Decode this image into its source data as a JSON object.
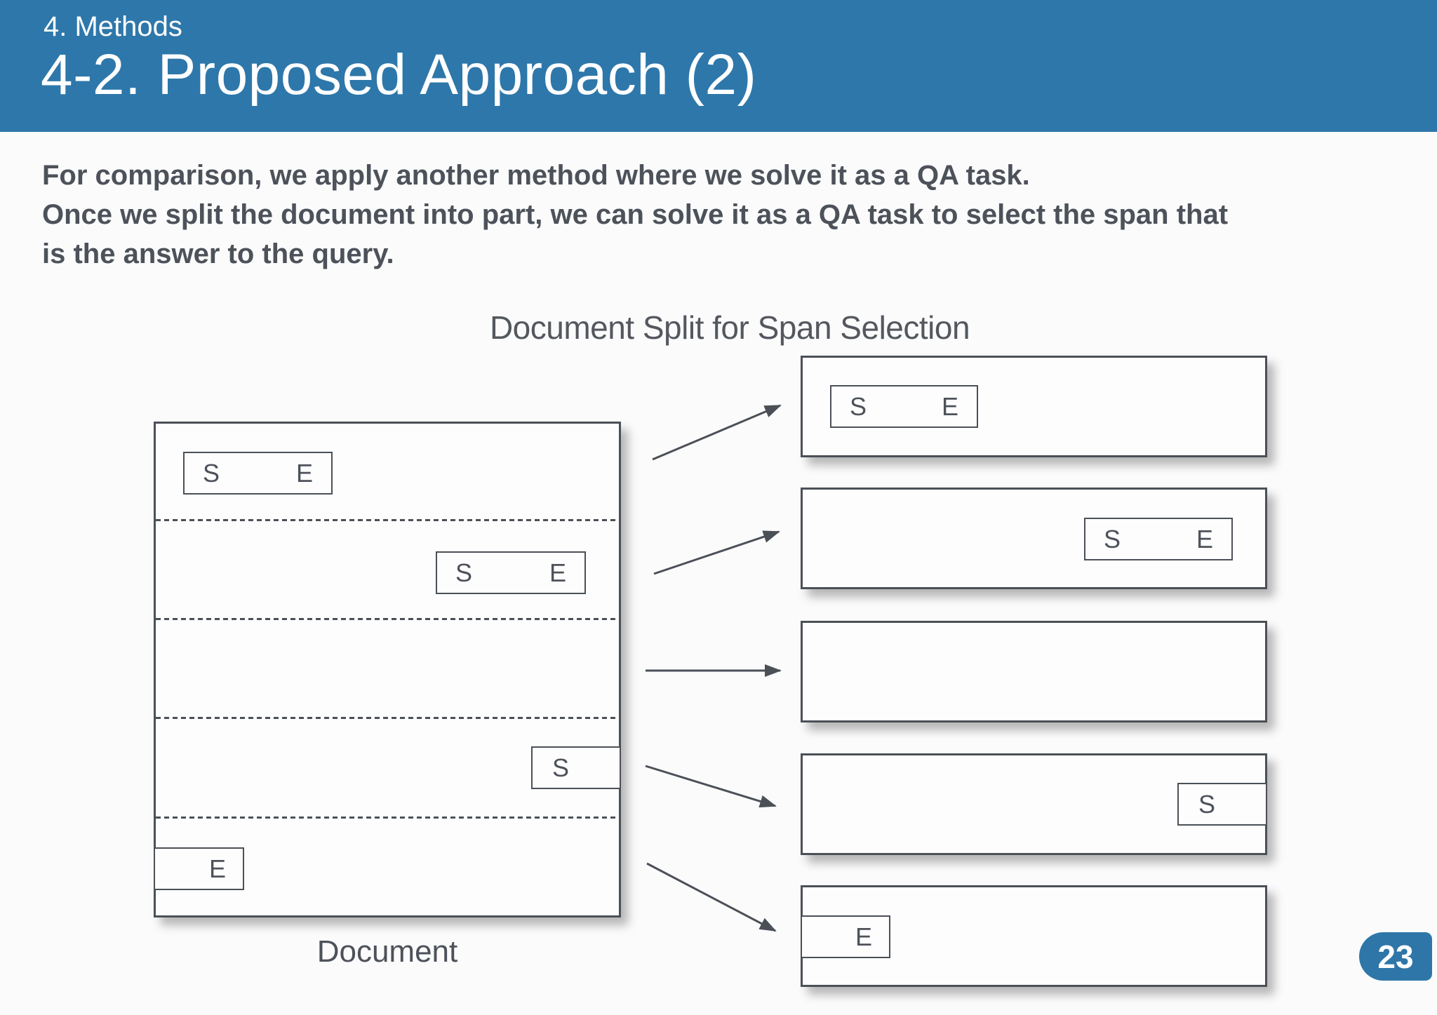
{
  "header": {
    "section": "4. Methods",
    "title": "4-2. Proposed Approach (2)"
  },
  "body": {
    "lines": [
      "For comparison, we apply another method where we solve it as a QA task.",
      "Once we split the document into part, we can solve it as a QA task to select the span that",
      "is the answer to the query."
    ]
  },
  "diagram": {
    "title": "Document Split for Span Selection",
    "caption": "Document",
    "start_label": "S",
    "end_label": "E"
  },
  "page_number": "23",
  "colors": {
    "header_bg": "#2E77AA",
    "badge_bg": "#2E76A8",
    "diagram_stroke": "#4B5057",
    "text_gray": "#4D525A"
  }
}
